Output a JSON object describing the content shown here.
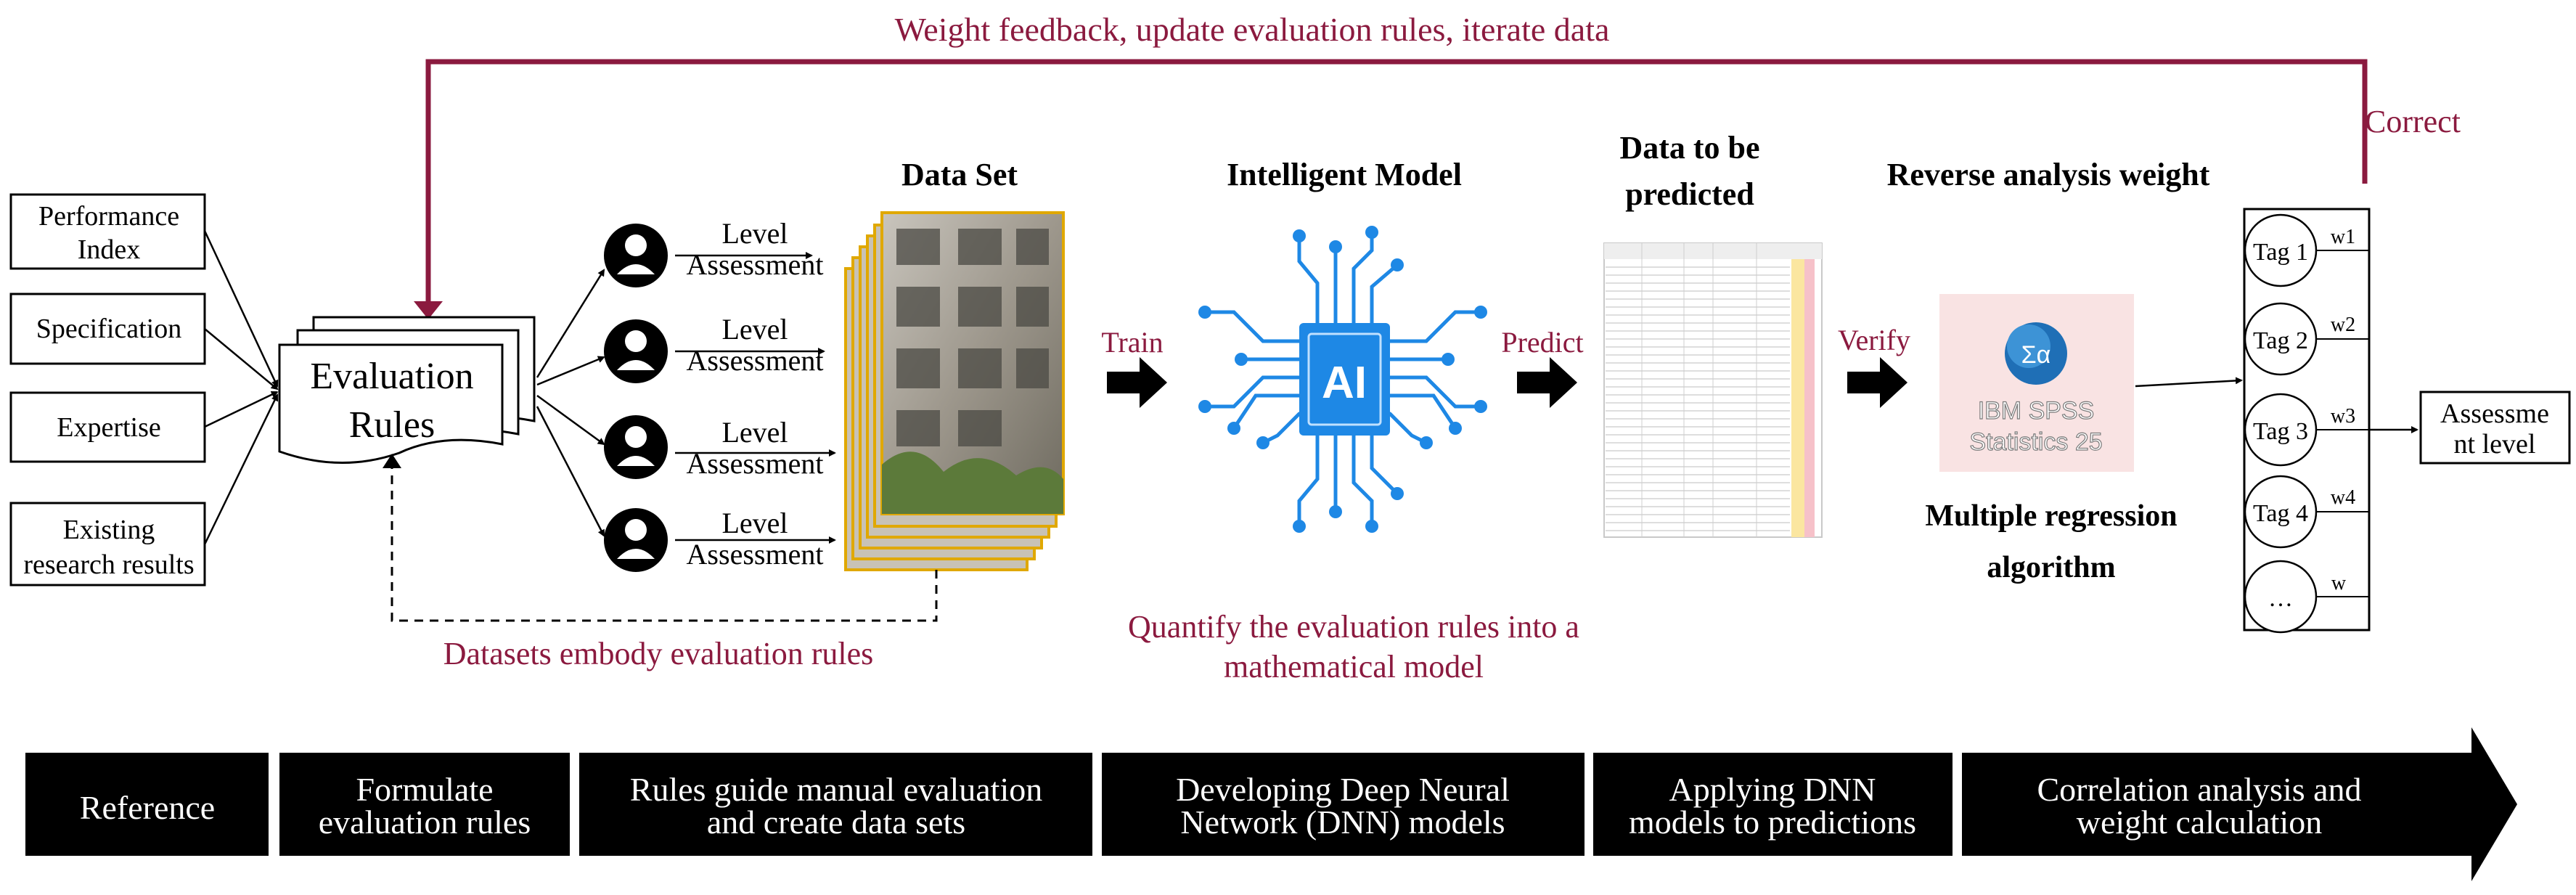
{
  "feedback": {
    "label": "Weight feedback, update evaluation rules, iterate data",
    "correct": "Correct"
  },
  "inputs": [
    {
      "line1": "Performance",
      "line2": "Index"
    },
    {
      "line1": "Specification",
      "line2": ""
    },
    {
      "line1": "Expertise",
      "line2": ""
    },
    {
      "line1": "Existing",
      "line2": "research results"
    }
  ],
  "rules_doc": {
    "line1": "Evaluation",
    "line2": "Rules"
  },
  "assessors": [
    {
      "line1": "Level",
      "line2": "Assessment"
    },
    {
      "line1": "Level",
      "line2": "Assessment"
    },
    {
      "line1": "Level",
      "line2": "Assessment"
    },
    {
      "line1": "Level",
      "line2": "Assessment"
    }
  ],
  "dataset_title": "Data Set",
  "datasets_caption": "Datasets embody evaluation rules",
  "train_label": "Train",
  "model_title": "Intelligent Model",
  "ai_chip_label": "AI",
  "quantify_caption": {
    "line1": "Quantify the evaluation rules into a",
    "line2": "mathematical model"
  },
  "predict_label": "Predict",
  "predicted_title": {
    "line1": "Data to be",
    "line2": "predicted"
  },
  "verify_label": "Verify",
  "reverse_title": "Reverse analysis weight",
  "spss": {
    "line1": "IBM SPSS",
    "line2": "Statistics 25",
    "icon_glyph": "Σα"
  },
  "regression": {
    "line1": "Multiple regression",
    "line2": "algorithm"
  },
  "tags": [
    "Tag 1",
    "Tag 2",
    "Tag 3",
    "Tag 4",
    "…"
  ],
  "weights": [
    "w1",
    "w2",
    "w3",
    "w4",
    "w"
  ],
  "assessment_level": {
    "line1": "Assessme",
    "line2": "nt level"
  },
  "stages": [
    {
      "line1": "Reference",
      "line2": ""
    },
    {
      "line1": "Formulate",
      "line2": "evaluation rules"
    },
    {
      "line1": "Rules guide manual evaluation",
      "line2": "and create data sets"
    },
    {
      "line1": "Developing Deep Neural",
      "line2": "Network (DNN) models"
    },
    {
      "line1": "Applying DNN",
      "line2": "models to predictions"
    },
    {
      "line1": "Correlation analysis and",
      "line2": "weight calculation"
    }
  ],
  "colors": {
    "accent": "#8b1a3f",
    "black": "#000000",
    "ai_blue": "#1e88e5",
    "spss_bg": "#f9e3e3"
  }
}
